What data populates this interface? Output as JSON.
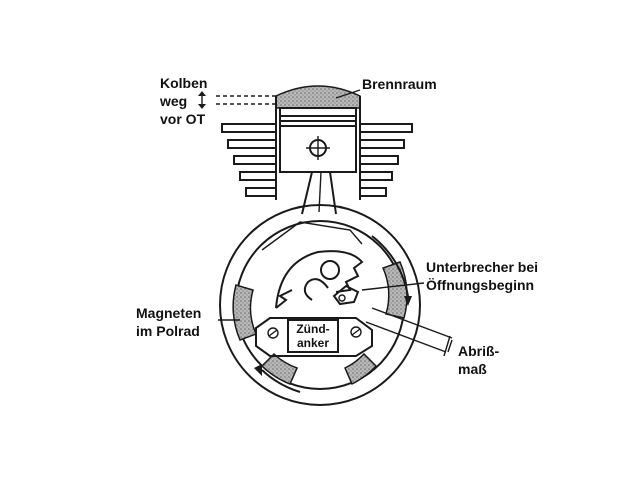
{
  "labels": {
    "kolben_line1": "Kolben",
    "kolben_line2": "weg",
    "kolben_line3": "vor OT",
    "brennraum": "Brennraum",
    "unterbrecher_line1": "Unterbrecher bei",
    "unterbrecher_line2": "Öffnungsbeginn",
    "magneten_line1": "Magneten",
    "magneten_line2": "im Polrad",
    "zuend_line1": "Zünd-",
    "zuend_line2": "anker",
    "abriss_line1": "Abriß-",
    "abriss_line2": "maß"
  },
  "colors": {
    "ink": "#1a1a1a",
    "shade": "#9a9a9a",
    "background": "#ffffff"
  }
}
